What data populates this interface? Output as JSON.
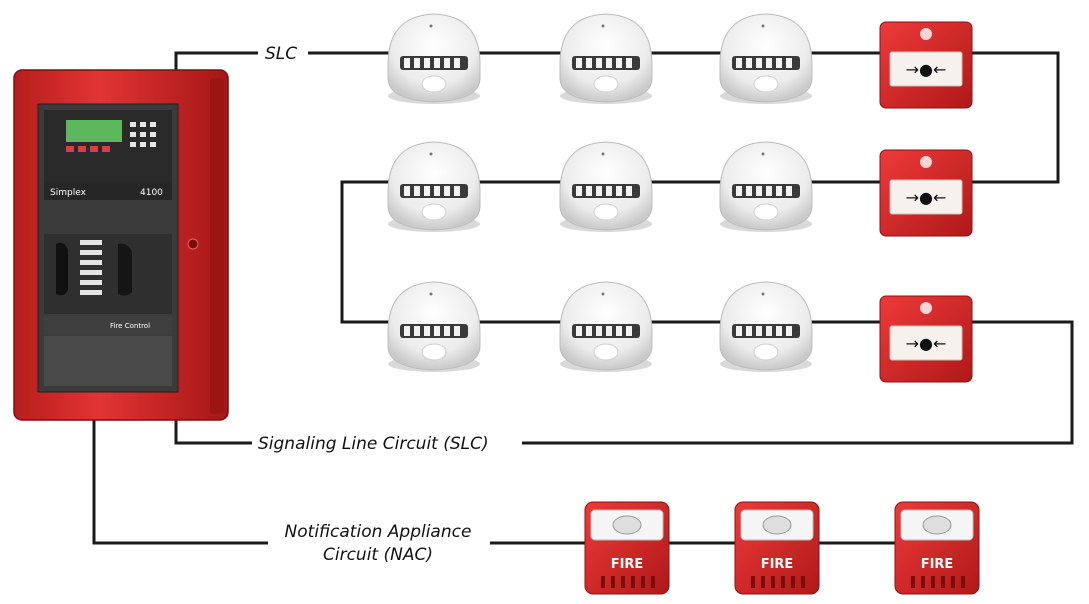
{
  "labels": {
    "slc_top": "SLC",
    "slc_bottom": "Signaling Line Circuit (SLC)",
    "nac_line1": "Notification Appliance",
    "nac_line2": "Circuit (NAC)"
  },
  "panel": {
    "brand": "Simplex",
    "model": "4100",
    "section": "Fire Control"
  },
  "strobe_text": "FIRE",
  "call_point_symbol": "→●←",
  "colors": {
    "panel_red": "#d42a2a",
    "device_red": "#d9262b",
    "wire": "#1a1a1a",
    "detector_white": "#f4f4f4"
  }
}
